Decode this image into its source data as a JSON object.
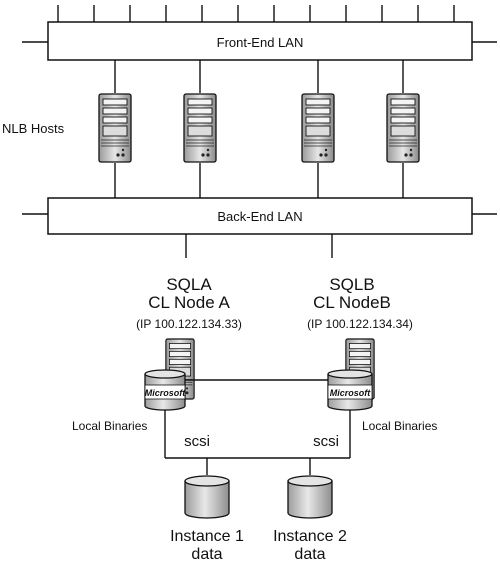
{
  "front_lan": {
    "label": "Front-End LAN"
  },
  "back_lan": {
    "label": "Back-End LAN"
  },
  "nlb": {
    "label": "NLB Hosts",
    "host_count": 4
  },
  "nodes": [
    {
      "name": "SQLA",
      "role": "CL Node A",
      "ip": "(IP 100.122.134.33)",
      "logo": "Microsoft",
      "binaries_label": "Local Binaries",
      "link_label": "scsi"
    },
    {
      "name": "SQLB",
      "role": "CL NodeB",
      "ip": "(IP 100.122.134.34)",
      "logo": "Microsoft",
      "binaries_label": "Local Binaries",
      "link_label": "scsi"
    }
  ],
  "disks": [
    {
      "line1": "Instance 1",
      "line2": "data"
    },
    {
      "line1": "Instance 2",
      "line2": "data"
    }
  ]
}
